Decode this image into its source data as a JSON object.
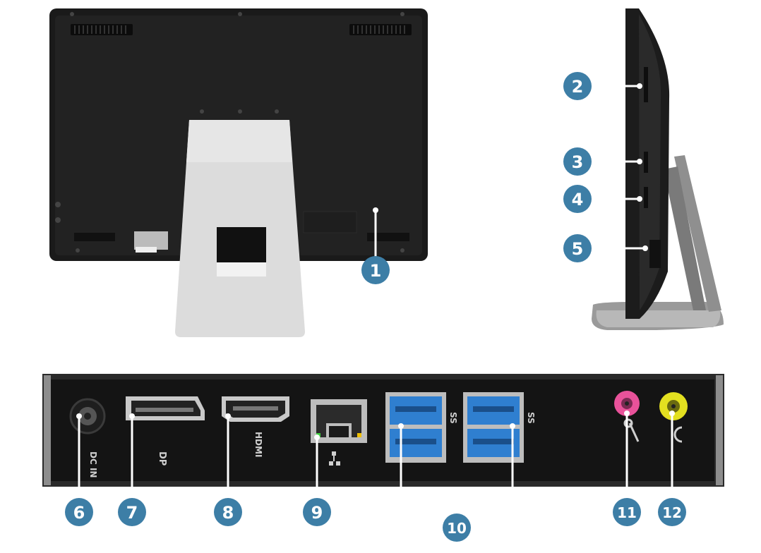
{
  "callouts": {
    "c1": "1",
    "c2": "2",
    "c3": "3",
    "c4": "4",
    "c5": "5",
    "c6": "6",
    "c7": "7",
    "c8": "8",
    "c9": "9",
    "c10": "10",
    "c11": "11",
    "c12": "12"
  },
  "ports": {
    "dc_in": "DC IN",
    "dp": "DP",
    "hdmi": "HDMI",
    "usb_ss_1": "SS",
    "usb_ss_2": "SS"
  },
  "colors": {
    "callout": "#3d7ea6",
    "line": "#ffffff",
    "bracket": "#ffffff",
    "usb_blue": "#2f7fd0",
    "mic_pink": "#e8529a",
    "line_out_yellow": "#e3e020",
    "monitor_body": "#1b1b1b",
    "stand": "#dcdcdc"
  }
}
